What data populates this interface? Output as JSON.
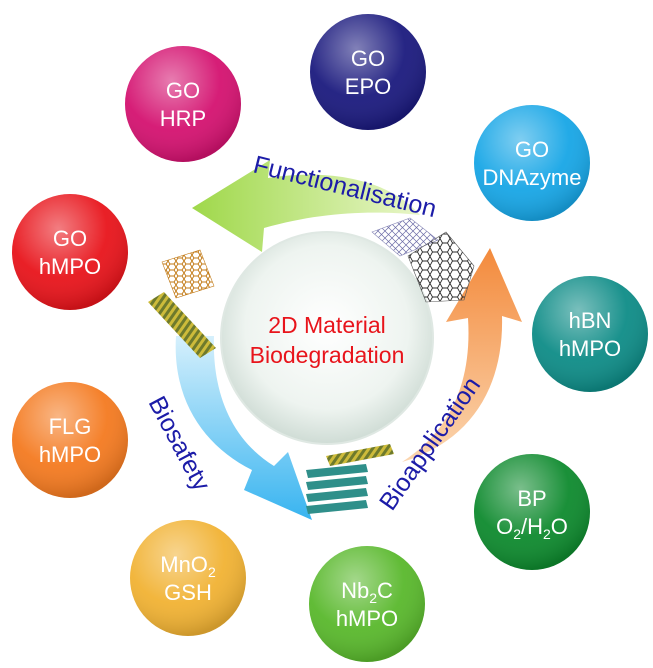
{
  "center": {
    "line1": "2D Material",
    "line2": "Biodegradation"
  },
  "arrows": {
    "functionalisation": "Functionalisation",
    "bioapplication": "Bioapplication",
    "biosafety": "Biosafety"
  },
  "nodes": [
    {
      "id": "go-epo",
      "line1": "GO",
      "line2": "EPO",
      "color": "#1b1a7e"
    },
    {
      "id": "go-dnazyme",
      "line1": "GO",
      "line2": "DNAzyme",
      "color": "#17a6e6"
    },
    {
      "id": "hbn-hmpo",
      "line1": "hBN",
      "line2": "hMPO",
      "color": "#0e8c87"
    },
    {
      "id": "bp-o2h2o",
      "line1": "BP",
      "line2_parts": [
        "O",
        "2",
        "/H",
        "2",
        "O"
      ],
      "color": "#0e8a2e"
    },
    {
      "id": "nb2c-hmpo",
      "line1_parts": [
        "Nb",
        "2",
        "C"
      ],
      "line2": "hMPO",
      "color": "#59b82c"
    },
    {
      "id": "mno2-gsh",
      "line1_parts": [
        "MnO",
        "2"
      ],
      "line2": "GSH",
      "color": "#f1b233"
    },
    {
      "id": "flg-hmpo",
      "line1": "FLG",
      "line2": "hMPO",
      "color": "#f47a20"
    },
    {
      "id": "go-hmpo",
      "line1": "GO",
      "line2": "hMPO",
      "color": "#e8141b"
    },
    {
      "id": "go-hrp",
      "line1": "GO",
      "line2": "HRP",
      "color": "#d41270"
    }
  ],
  "colors": {
    "functionalisation_arrow": "#b6e26d",
    "bioapplication_arrow": "#f6a25c",
    "biosafety_arrow": "#58c2f4",
    "label_text": "#1c1ca8",
    "center_text": "#e8141b"
  }
}
